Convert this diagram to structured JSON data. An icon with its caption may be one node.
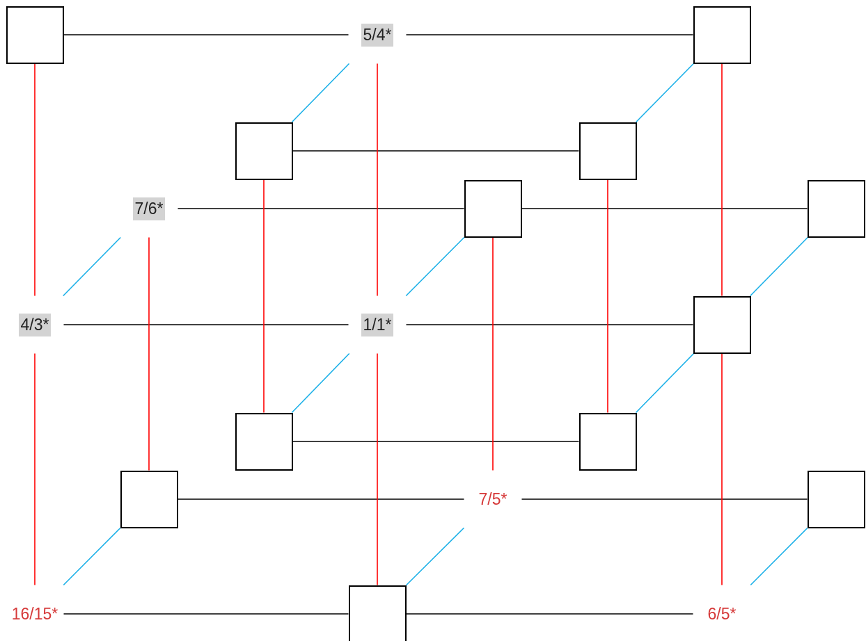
{
  "diagram": {
    "nodes": [
      {
        "text": [],
        "shape": "box"
      },
      {
        "text": [
          "5/4*"
        ]
      },
      {
        "text": [],
        "shape": "box"
      },
      {
        "text": [],
        "shape": "box"
      },
      {
        "text": [],
        "shape": "box"
      },
      {
        "text": [
          "7/6*"
        ]
      },
      {
        "text": [],
        "shape": "box"
      },
      {
        "text": [],
        "shape": "box"
      },
      {
        "text": [
          "4/3*"
        ]
      },
      {
        "text": [
          "1/1*"
        ]
      },
      {
        "text": [],
        "shape": "box"
      },
      {
        "text": [],
        "shape": "box"
      },
      {
        "text": [],
        "shape": "box"
      },
      {
        "text": [],
        "shape": "box"
      },
      {
        "text": [
          "7/5*"
        ]
      },
      {
        "text": [],
        "shape": "box"
      },
      {
        "text": [
          "16/15*"
        ]
      },
      {
        "text": [],
        "shape": "box"
      },
      {
        "text": [
          "6/5*"
        ]
      }
    ],
    "edges": [
      {
        "from": 0,
        "to": 1,
        "arrow": "none"
      },
      {
        "from": 1,
        "to": 2,
        "arrow": "none"
      },
      {
        "from": 3,
        "to": 4,
        "arrow": "none"
      },
      {
        "from": 5,
        "to": 6,
        "arrow": "none"
      },
      {
        "from": 6,
        "to": 7,
        "arrow": "none"
      },
      {
        "from": 8,
        "to": 9,
        "arrow": "none"
      },
      {
        "from": 9,
        "to": 10,
        "arrow": "none"
      },
      {
        "from": 11,
        "to": 12,
        "arrow": "none"
      },
      {
        "from": 13,
        "to": 14,
        "arrow": "none"
      },
      {
        "from": 14,
        "to": 15,
        "arrow": "none"
      },
      {
        "from": 16,
        "to": 17,
        "arrow": "none"
      },
      {
        "from": 17,
        "to": 18,
        "arrow": "none"
      },
      {
        "from": 0,
        "to": 8,
        "arrow": "none",
        "color": "#ff0000"
      },
      {
        "from": 1,
        "to": 9,
        "arrow": "none",
        "color": "#ff0000"
      },
      {
        "from": 2,
        "to": 10,
        "arrow": "none",
        "color": "#ff0000"
      },
      {
        "from": 3,
        "to": 11,
        "arrow": "none",
        "color": "#ff0000"
      },
      {
        "from": 4,
        "to": 12,
        "arrow": "none",
        "color": "#ff0000"
      },
      {
        "from": 5,
        "to": 13,
        "arrow": "none",
        "color": "#ff0000"
      },
      {
        "from": 6,
        "to": 14,
        "arrow": "none",
        "color": "#ff0000"
      },
      {
        "from": 8,
        "to": 16,
        "arrow": "none",
        "color": "#ff0000"
      },
      {
        "from": 9,
        "to": 17,
        "arrow": "none",
        "color": "#ff0000"
      },
      {
        "from": 10,
        "to": 18,
        "arrow": "none",
        "color": "#ff0000"
      },
      {
        "from": 3,
        "to": 1,
        "arrow": "none",
        "color": "#1ab0e8"
      },
      {
        "from": 4,
        "to": 2,
        "arrow": "none",
        "color": "#1ab0e8"
      },
      {
        "from": 8,
        "to": 5,
        "arrow": "none",
        "color": "#1ab0e8"
      },
      {
        "from": 9,
        "to": 6,
        "arrow": "none",
        "color": "#1ab0e8"
      },
      {
        "from": 10,
        "to": 7,
        "arrow": "none",
        "color": "#1ab0e8"
      },
      {
        "from": 11,
        "to": 9,
        "arrow": "none",
        "color": "#1ab0e8"
      },
      {
        "from": 12,
        "to": 10,
        "arrow": "none",
        "color": "#1ab0e8"
      },
      {
        "from": 16,
        "to": 13,
        "arrow": "none",
        "color": "#1ab0e8"
      },
      {
        "from": 17,
        "to": 14,
        "arrow": "none",
        "color": "#1ab0e8"
      },
      {
        "from": 18,
        "to": 15,
        "arrow": "none",
        "color": "#1ab0e8"
      }
    ]
  }
}
